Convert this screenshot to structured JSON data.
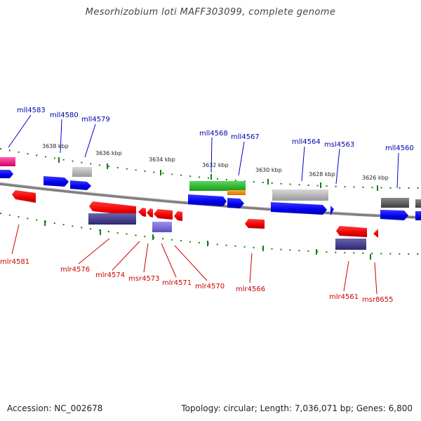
{
  "title": "Mesorhizobium loti MAFF303099, complete genome",
  "footer": {
    "accession": "Accession: NC_002678",
    "summary": "Topology: circular; Length: 7,036,071 bp; Genes: 6,800"
  },
  "colors": {
    "forward_label": "#0000aa",
    "reverse_label": "#cc0000",
    "backbone": "#808080",
    "tick": "#1a7a1a"
  },
  "ruler_labels": [
    "3638 kbp",
    "3636 kbp",
    "3634 kbp",
    "3632 kbp",
    "3630 kbp",
    "3628 kbp",
    "3626 kbp"
  ],
  "forward_genes": [
    "mll4583",
    "mll4580",
    "mll4579",
    "mll4568",
    "mll4567",
    "mll4564",
    "msl4563",
    "mll4560"
  ],
  "reverse_genes": [
    "mlr4581",
    "mlr4576",
    "mlr4574",
    "msr4573",
    "mlr4571",
    "mlr4570",
    "mlr4566",
    "mlr4561",
    "msr8655"
  ]
}
